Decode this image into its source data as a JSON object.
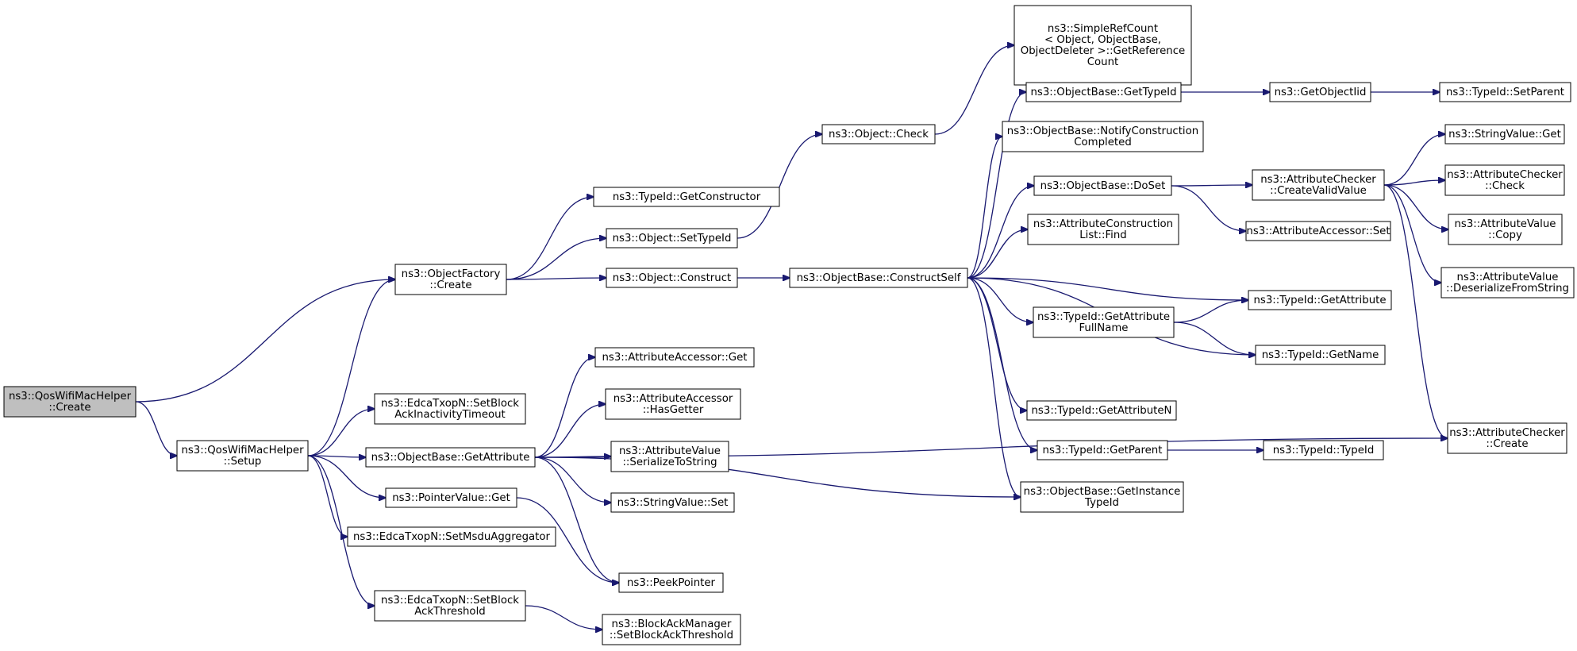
{
  "graph": {
    "edge_color": "#191970",
    "root_fill": "#bfbfbf",
    "nodes": [
      {
        "id": "root",
        "lines": [
          "ns3::QosWifiMacHelper",
          "::Create"
        ],
        "root": true
      },
      {
        "id": "of_create",
        "lines": [
          "ns3::ObjectFactory",
          "::Create"
        ]
      },
      {
        "id": "qwmh_setup",
        "lines": [
          "ns3::QosWifiMacHelper",
          "::Setup"
        ]
      },
      {
        "id": "typeid_getctor",
        "lines": [
          "ns3::TypeId::GetConstructor"
        ]
      },
      {
        "id": "obj_settypeid",
        "lines": [
          "ns3::Object::SetTypeId"
        ]
      },
      {
        "id": "obj_construct",
        "lines": [
          "ns3::Object::Construct"
        ]
      },
      {
        "id": "obj_check",
        "lines": [
          "ns3::Object::Check"
        ]
      },
      {
        "id": "simplerefcount",
        "lines": [
          "ns3::SimpleRefCount",
          "< Object, ObjectBase,",
          "ObjectDeleter >::GetReference",
          "Count"
        ]
      },
      {
        "id": "ob_constructself",
        "lines": [
          "ns3::ObjectBase::ConstructSelf"
        ]
      },
      {
        "id": "ob_gettypeid",
        "lines": [
          "ns3::ObjectBase::GetTypeId"
        ]
      },
      {
        "id": "getobjectiid",
        "lines": [
          "ns3::GetObjectIid"
        ]
      },
      {
        "id": "typeid_setparent",
        "lines": [
          "ns3::TypeId::SetParent"
        ]
      },
      {
        "id": "ob_notify",
        "lines": [
          "ns3::ObjectBase::NotifyConstruction",
          "Completed"
        ]
      },
      {
        "id": "ob_doset",
        "lines": [
          "ns3::ObjectBase::DoSet"
        ]
      },
      {
        "id": "ac_createvalid",
        "lines": [
          "ns3::AttributeChecker",
          "::CreateValidValue"
        ]
      },
      {
        "id": "sv_get",
        "lines": [
          "ns3::StringValue::Get"
        ]
      },
      {
        "id": "ac_check",
        "lines": [
          "ns3::AttributeChecker",
          "::Check"
        ]
      },
      {
        "id": "av_copy",
        "lines": [
          "ns3::AttributeValue",
          "::Copy"
        ]
      },
      {
        "id": "av_deser",
        "lines": [
          "ns3::AttributeValue",
          "::DeserializeFromString"
        ]
      },
      {
        "id": "acl_find",
        "lines": [
          "ns3::AttributeConstruction",
          "List::Find"
        ]
      },
      {
        "id": "aa_set",
        "lines": [
          "ns3::AttributeAccessor::Set"
        ]
      },
      {
        "id": "typeid_getattr",
        "lines": [
          "ns3::TypeId::GetAttribute"
        ]
      },
      {
        "id": "typeid_getattrfull",
        "lines": [
          "ns3::TypeId::GetAttribute",
          "FullName"
        ]
      },
      {
        "id": "typeid_getname",
        "lines": [
          "ns3::TypeId::GetName"
        ]
      },
      {
        "id": "typeid_getattrn",
        "lines": [
          "ns3::TypeId::GetAttributeN"
        ]
      },
      {
        "id": "typeid_getparent",
        "lines": [
          "ns3::TypeId::GetParent"
        ]
      },
      {
        "id": "typeid_typeid",
        "lines": [
          "ns3::TypeId::TypeId"
        ]
      },
      {
        "id": "ob_getinstance",
        "lines": [
          "ns3::ObjectBase::GetInstance",
          "TypeId"
        ]
      },
      {
        "id": "ac_create",
        "lines": [
          "ns3::AttributeChecker",
          "::Create"
        ]
      },
      {
        "id": "edca_setblockinact",
        "lines": [
          "ns3::EdcaTxopN::SetBlock",
          "AckInactivityTimeout"
        ]
      },
      {
        "id": "ob_getattribute",
        "lines": [
          "ns3::ObjectBase::GetAttribute"
        ]
      },
      {
        "id": "aa_get",
        "lines": [
          "ns3::AttributeAccessor::Get"
        ]
      },
      {
        "id": "aa_hasgetter",
        "lines": [
          "ns3::AttributeAccessor",
          "::HasGetter"
        ]
      },
      {
        "id": "av_serialize",
        "lines": [
          "ns3::AttributeValue",
          "::SerializeToString"
        ]
      },
      {
        "id": "sv_set",
        "lines": [
          "ns3::StringValue::Set"
        ]
      },
      {
        "id": "pv_get",
        "lines": [
          "ns3::PointerValue::Get"
        ]
      },
      {
        "id": "edca_setmsdu",
        "lines": [
          "ns3::EdcaTxopN::SetMsduAggregator"
        ]
      },
      {
        "id": "peekpointer",
        "lines": [
          "ns3::PeekPointer"
        ]
      },
      {
        "id": "edca_setblockthresh",
        "lines": [
          "ns3::EdcaTxopN::SetBlock",
          "AckThreshold"
        ]
      },
      {
        "id": "bam_setthresh",
        "lines": [
          "ns3::BlockAckManager",
          "::SetBlockAckThreshold"
        ]
      }
    ]
  }
}
